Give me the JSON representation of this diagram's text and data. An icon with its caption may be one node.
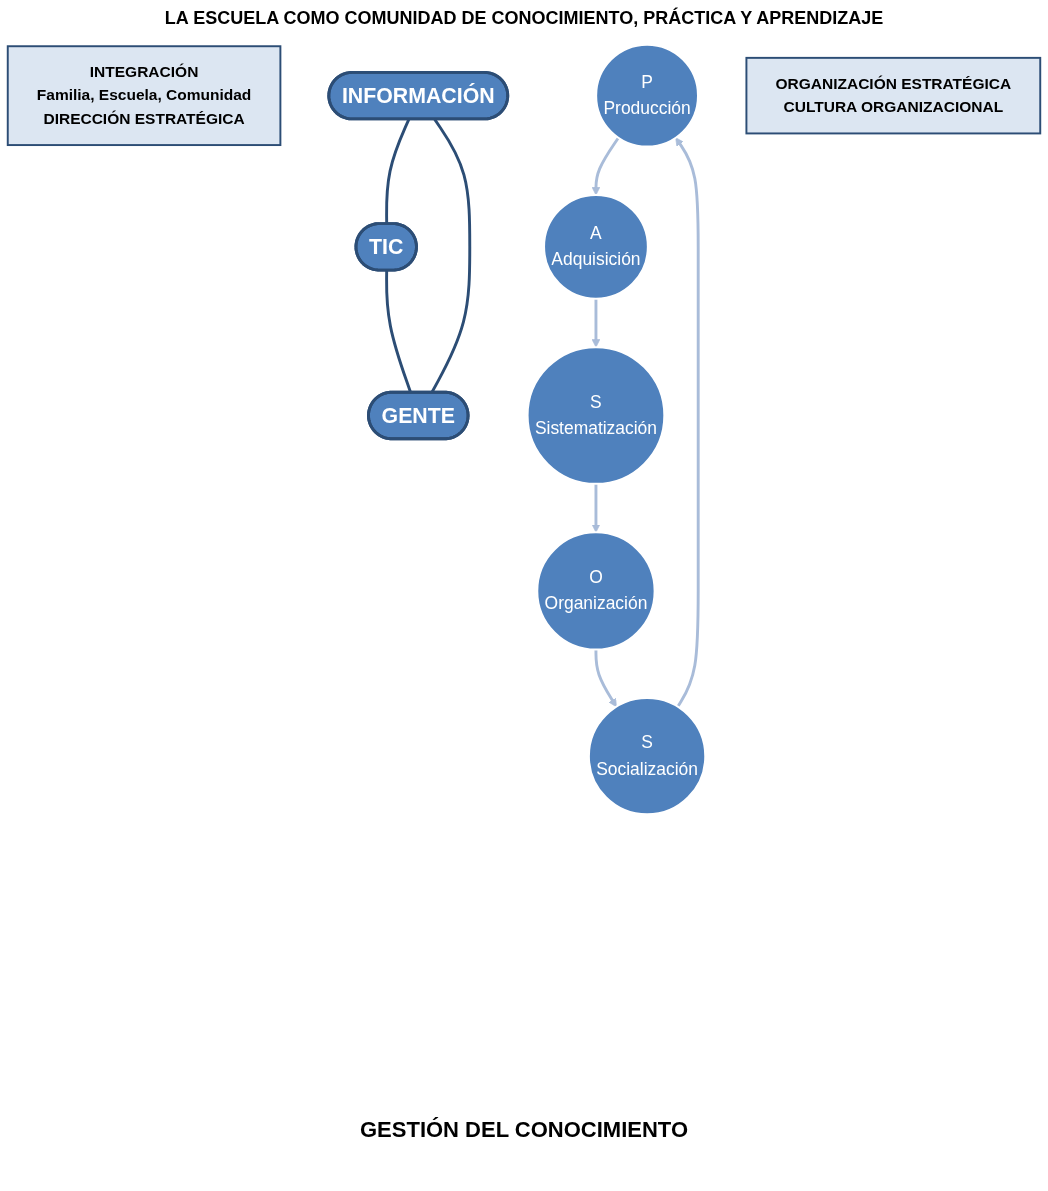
{
  "diagram": {
    "title": "LA ESCUELA COMO COMUNIDAD DE CONOCIMIENTO, PRÁCTICA Y APRENDIZAJE",
    "nodes": [
      {
        "text": [
          "INTEGRACIÓN",
          "Familia, Escuela, Comunidad",
          "DIRECCIÓN ESTRATÉGICA"
        ]
      },
      {
        "text": [
          "INFORMACIÓN"
        ]
      },
      {
        "text": [
          "P",
          "Producción"
        ]
      },
      {
        "text": [
          "A",
          "Adquisición"
        ]
      },
      {
        "text": [
          "S",
          "Sistematización"
        ]
      },
      {
        "text": [
          "O",
          "Organización"
        ]
      },
      {
        "text": [
          "S",
          "Socialización"
        ]
      },
      {
        "text": [
          "GENTE"
        ]
      },
      {
        "text": [
          "TIC"
        ]
      },
      {
        "text": [
          "ORGANIZACIÓN ESTRATÉGICA",
          "CULTURA ORGANIZACIONAL"
        ]
      }
    ],
    "edges": [
      {
        "from": 2,
        "to": 3,
        "arrow": "to"
      },
      {
        "from": 3,
        "to": 4,
        "arrow": "to"
      },
      {
        "from": 4,
        "to": 5,
        "arrow": "to"
      },
      {
        "from": 5,
        "to": 6,
        "arrow": "to"
      },
      {
        "from": 6,
        "to": 2,
        "arrow": "to"
      },
      {
        "from": 1,
        "to": 8,
        "arrow": "none",
        "color": "#2c4d75"
      },
      {
        "from": 8,
        "to": 7,
        "arrow": "none",
        "color": "#2c4d75"
      },
      {
        "from": 7,
        "to": 1,
        "arrow": "none",
        "color": "#2c4d75"
      }
    ],
    "labels": [
      "GESTIÓN DEL CONOCIMIENTO"
    ]
  }
}
